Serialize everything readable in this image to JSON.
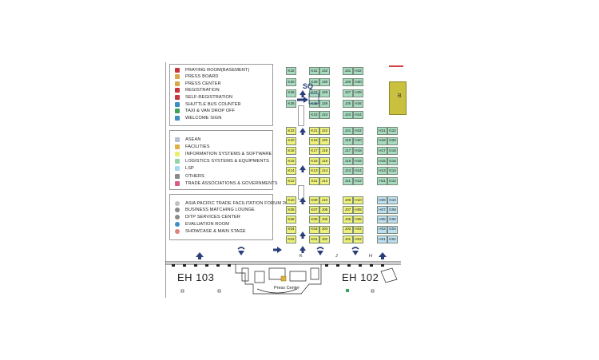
{
  "legend_services": [
    {
      "label": "PRAYING ROOM(BASEMENT)",
      "color": "#c9343b",
      "icon": "prayer-room-icon"
    },
    {
      "label": "PRESS BOARD",
      "color": "#d8a848",
      "icon": "press-board-icon"
    },
    {
      "label": "PRESS CENTER",
      "color": "#d8a848",
      "icon": "press-center-icon"
    },
    {
      "label": "REGISTRATION",
      "color": "#c9343b",
      "icon": "registration-icon"
    },
    {
      "label": "SELF-REGISTRATION",
      "color": "#c9343b",
      "icon": "self-registration-icon"
    },
    {
      "label": "SHUTTLE BUS COUNTER",
      "color": "#3b8fc4",
      "icon": "shuttle-bus-icon"
    },
    {
      "label": "TAXI & VAN DROP OFF",
      "color": "#3aa45a",
      "icon": "taxi-icon"
    },
    {
      "label": "WELCOME SIGN",
      "color": "#3b8fc4",
      "icon": "welcome-sign-icon"
    }
  ],
  "legend_categories": [
    {
      "label": "ASEAN",
      "color": "#b8c0d8"
    },
    {
      "label": "FACILITIES",
      "color": "#e0b040"
    },
    {
      "label": "INFORMATION SYSTEMS & SOFTWARE",
      "color": "#e8f06a"
    },
    {
      "label": "LOGISTICS SYSTEMS & EQUIPMENTS",
      "color": "#8fd4a8"
    },
    {
      "label": "LSP",
      "color": "#a8d8ee"
    },
    {
      "label": "OTHERS",
      "color": "#8a8a8a"
    },
    {
      "label": "TRADE ASSOCIATIONS & GOVERNMENTS",
      "color": "#d85a8a"
    }
  ],
  "legend_events": [
    {
      "label": "ASIA PACIFIC TRADE FACILITATION FORUM 2014",
      "color": "#c0c0c0"
    },
    {
      "label": "BUSINESS MATCHING LOUNGE",
      "color": "#8a8a8a"
    },
    {
      "label": "DITP SERVICES CENTER",
      "color": "#8a8a8a"
    },
    {
      "label": "EVALUATION ROOM",
      "color": "#3b8fc4"
    },
    {
      "label": "SHOWCASE & MAIN STAGE",
      "color": "#e08080"
    }
  ],
  "hall_labels": {
    "left": "EH 103",
    "right": "EH 102",
    "press_center": "Press Center",
    "sq": "SQ"
  },
  "aisle_labels": {
    "k": "K",
    "j": "J",
    "h": "H"
  },
  "colors": {
    "green": "#a6dbbf",
    "yellow": "#eef27a",
    "blue": "#bfe0f2",
    "arrow": "#2a3f7a",
    "mustard": "#c9c040"
  },
  "booths_top": [
    [
      "K32",
      "K31",
      "J32",
      "J31",
      "H32"
    ],
    [
      "K30",
      "K29",
      "J30",
      "J29",
      "H30"
    ],
    [
      "K28",
      "K27",
      "J28",
      "J27",
      "H28"
    ],
    [
      "K26",
      "K25",
      "J26",
      "J25",
      "H26"
    ],
    [
      "",
      "K23",
      "J24",
      "J23",
      "H24"
    ]
  ],
  "booths_mid": [
    [
      "K22",
      "K21",
      "J22",
      "J21",
      "H22",
      "H21",
      "G22"
    ],
    [
      "K20",
      "K19",
      "J20",
      "J19",
      "H20",
      "H19",
      "G20"
    ],
    [
      "K18",
      "K17",
      "J18",
      "J17",
      "H18",
      "H17",
      "G18"
    ],
    [
      "K16",
      "K15",
      "J16",
      "J15",
      "H16",
      "H15",
      "G16"
    ],
    [
      "K14",
      "K13",
      "J14",
      "J13",
      "H14",
      "H13",
      "G14"
    ],
    [
      "K12",
      "K11",
      "J12",
      "J11",
      "H12",
      "H11",
      "G12"
    ]
  ],
  "booths_bottom": [
    [
      "K10",
      "K09",
      "J10",
      "J09",
      "H10",
      "H09",
      "G10"
    ],
    [
      "K08",
      "K07",
      "J08",
      "J07",
      "H08",
      "H07",
      "G08"
    ],
    [
      "K06",
      "K05",
      "J06",
      "J05",
      "H06",
      "H05",
      "G06"
    ],
    [
      "K04",
      "K03",
      "J04",
      "J03",
      "H04",
      "H03",
      "G04"
    ],
    [
      "K02",
      "K01",
      "J02",
      "J01",
      "H02",
      "H01",
      "G02"
    ]
  ]
}
